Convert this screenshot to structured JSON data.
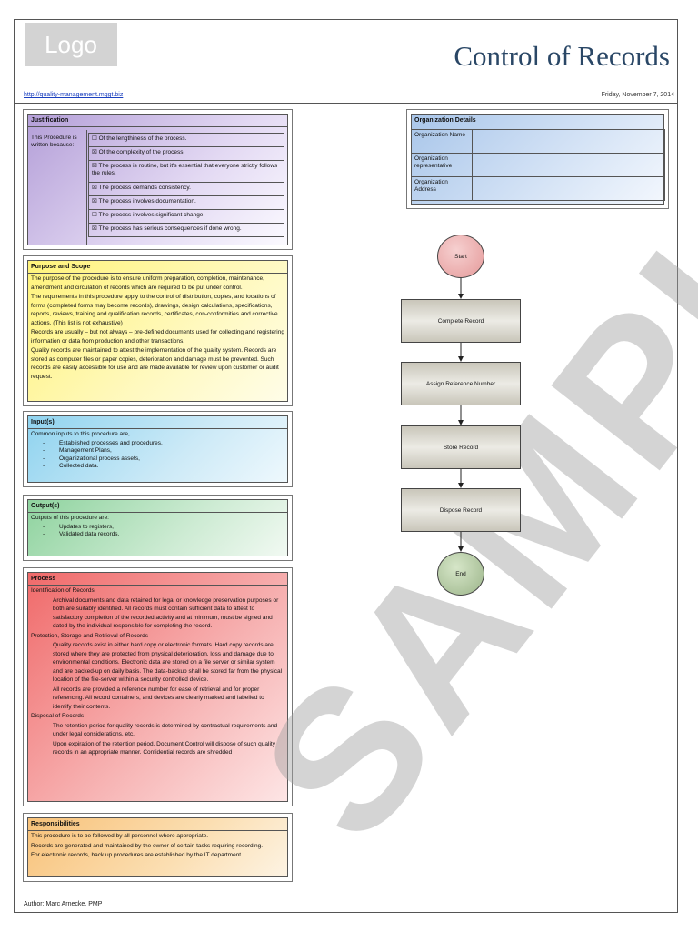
{
  "header": {
    "logo": "Logo",
    "title": "Control of Records",
    "url": "http://quality-management.mggt.biz",
    "date": "Friday, November 7, 2014"
  },
  "justification": {
    "heading": "Justification",
    "lead": "This Procedure is written because:",
    "items": [
      {
        "box": "☐",
        "text": "Of the lengthiness of the process."
      },
      {
        "box": "☒",
        "text": "Of the complexity of the process."
      },
      {
        "box": "☒",
        "text": "The process is routine, but it's essential that everyone strictly follows the rules."
      },
      {
        "box": "☒",
        "text": "The process demands consistency."
      },
      {
        "box": "☒",
        "text": "The process involves documentation."
      },
      {
        "box": "☐",
        "text": "The process involves significant change."
      },
      {
        "box": "☒",
        "text": "The process has serious consequences if done wrong."
      }
    ]
  },
  "org": {
    "heading": "Organization Details",
    "rows": [
      {
        "label": "Organization Name",
        "value": ""
      },
      {
        "label": "Organization representative",
        "value": ""
      },
      {
        "label": "Organization Address",
        "value": ""
      }
    ]
  },
  "purpose": {
    "heading": "Purpose and Scope",
    "paras": [
      "The purpose of the procedure is to ensure uniform preparation, completion, maintenance, amendment and circulation of records which are required to be put under control.",
      "The requirements in this procedure apply to the control of distribution, copies, and locations of forms (completed forms may become records), drawings, design calculations, specifications, reports, reviews, training and qualification records, certificates, con-conformities and corrective actions. (This list is not exhaustive)",
      "Records are usually – but not always – pre-defined documents used for collecting and registering information or data from production and other transactions.",
      "Quality records are maintained to attest the implementation of the quality system. Records are stored as computer files or paper copies, deterioration and damage must be prevented. Such records are easily accessible for use and are made available for review upon customer or audit request."
    ]
  },
  "inputs": {
    "heading": "Input(s)",
    "lead": "Common inputs to this procedure are,",
    "items": [
      "Established processes and procedures,",
      "Management Plans,",
      "Organizational process assets,",
      "Collected data."
    ]
  },
  "outputs": {
    "heading": "Output(s)",
    "lead": "Outputs of this procedure are:",
    "items": [
      "Updates to registers,",
      "Validated data records."
    ]
  },
  "process": {
    "heading": "Process",
    "s1": "Identification of Records",
    "s1p1": "Archival documents and data retained for legal or knowledge preservation purposes or both are suitably identified. All records must contain sufficient data to attest to satisfactory completion of the recorded activity and at minimum, must be signed and dated by the individual responsible for completing the record.",
    "s2": "Protection, Storage and Retrieval of Records",
    "s2p1": "Quality records exist in either hard copy or electronic formats. Hard copy records are stored where they are protected from physical deterioration, loss and damage due to environmental conditions. Electronic data are stored on a file server or similar system and are backed-up on daily basis. The data-backup shall be stored far from the physical location of the file-server within a security controlled device.",
    "s2p2": "All records are provided a reference number for ease of retrieval and for proper referencing. All record containers, and devices are clearly marked and labelled to identify their contents.",
    "s3": "Disposal of Records",
    "s3p1": "The retention period for quality records is determined by contractual requirements and under legal considerations, etc.",
    "s3p2": "Upon expiration of the retention period, Document Control will dispose of such quality records in an appropriate manner. Confidential records are shredded"
  },
  "responsibilities": {
    "heading": "Responsibilities",
    "paras": [
      "This procedure is to be followed by all personnel where appropriate.",
      "Records are generated and maintained by the owner of certain tasks requiring recording.",
      "For electronic records, back up procedures are established by the IT department."
    ]
  },
  "flow": {
    "start": "Start",
    "step1": "Complete Record",
    "step2": "Assign Reference Number",
    "step3": "Store Record",
    "step4": "Dispose Record",
    "end": "End",
    "start_color": "#e59a9a",
    "end_color": "#9cb58a"
  },
  "watermark": "SAMPLE",
  "footer": {
    "author": "Author: Marc Arnecke, PMP"
  }
}
